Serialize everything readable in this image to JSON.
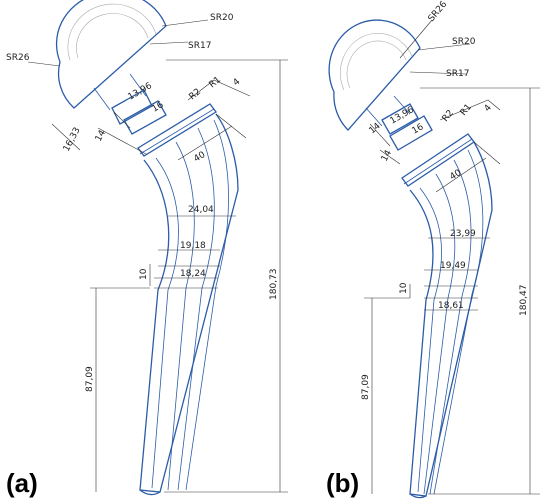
{
  "panels": [
    {
      "label": "(a)",
      "dims": {
        "sr26": "SR26",
        "sr20": "SR20",
        "sr17": "SR17",
        "neck_d": "13,96",
        "neck_len": "16",
        "r2": "R2",
        "r1": "R1",
        "four": "4",
        "offset": "16,33",
        "fourteen": "14",
        "forty": "40",
        "w1": "24,04",
        "w2": "19,18",
        "w3": "18,24",
        "ten": "10",
        "low_h": "87,09",
        "total_h": "180,73"
      }
    },
    {
      "label": "(b)",
      "dims": {
        "sr26": "SR26",
        "sr20": "SR20",
        "sr17": "SR17",
        "neck_d": "13,96",
        "neck_len": "16",
        "r2": "R2",
        "r1": "R1",
        "four": "4",
        "fourteen_a": "14",
        "fourteen_b": "14",
        "forty": "40",
        "w1": "23,99",
        "w2": "19,49",
        "w3": "18,61",
        "ten": "10",
        "low_h": "87,09",
        "total_h": "180,47"
      }
    }
  ],
  "colors": {
    "outline": "#2b5ca8",
    "dimension": "#333333"
  }
}
